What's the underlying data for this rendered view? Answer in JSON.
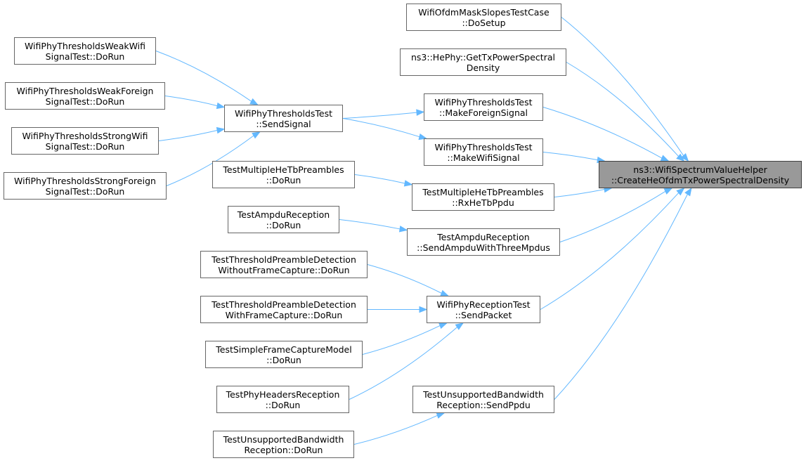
{
  "colors": {
    "edge": "#63b8ff",
    "node_border": "#666666",
    "focus_fill": "#999999",
    "focus_border": "#404040"
  },
  "nodes": {
    "target": {
      "line1": "ns3::WifiSpectrumValueHelper",
      "line2": "::CreateHeOfdmTxPowerSpectralDensity"
    },
    "mask_setup": {
      "line1": "WifiOfdmMaskSlopesTestCase",
      "line2": "::DoSetup"
    },
    "hephy": {
      "line1": "ns3::HePhy::GetTxPowerSpectral",
      "line2": "Density"
    },
    "make_foreign": {
      "line1": "WifiPhyThresholdsTest",
      "line2": "::MakeForeignSignal"
    },
    "make_wifi": {
      "line1": "WifiPhyThresholdsTest",
      "line2": "::MakeWifiSignal"
    },
    "send_signal": {
      "line1": "WifiPhyThresholdsTest",
      "line2": "::SendSignal"
    },
    "weak_wifi": {
      "line1": "WifiPhyThresholdsWeakWifi",
      "line2": "SignalTest::DoRun"
    },
    "weak_foreign": {
      "line1": "WifiPhyThresholdsWeakForeign",
      "line2": "SignalTest::DoRun"
    },
    "strong_wifi": {
      "line1": "WifiPhyThresholdsStrongWifi",
      "line2": "SignalTest::DoRun"
    },
    "strong_foreign": {
      "line1": "WifiPhyThresholdsStrongForeign",
      "line2": "SignalTest::DoRun"
    },
    "mhtp_dorun": {
      "line1": "TestMultipleHeTbPreambles",
      "line2": "::DoRun"
    },
    "mhtp_rx": {
      "line1": "TestMultipleHeTbPreambles",
      "line2": "::RxHeTbPpdu"
    },
    "ampdu_dorun": {
      "line1": "TestAmpduReception",
      "line2": "::DoRun"
    },
    "ampdu_send": {
      "line1": "TestAmpduReception",
      "line2": "::SendAmpduWithThreeMpdus"
    },
    "tpd_without": {
      "line1": "TestThresholdPreambleDetection",
      "line2": "WithoutFrameCapture::DoRun"
    },
    "tpd_with": {
      "line1": "TestThresholdPreambleDetection",
      "line2": "WithFrameCapture::DoRun"
    },
    "sfcm": {
      "line1": "TestSimpleFrameCaptureModel",
      "line2": "::DoRun"
    },
    "phr": {
      "line1": "TestPhyHeadersReception",
      "line2": "::DoRun"
    },
    "rx_send_packet": {
      "line1": "WifiPhyReceptionTest",
      "line2": "::SendPacket"
    },
    "ub_send": {
      "line1": "TestUnsupportedBandwidth",
      "line2": "Reception::SendPpdu"
    },
    "ub_dorun": {
      "line1": "TestUnsupportedBandwidth",
      "line2": "Reception::DoRun"
    }
  },
  "edges": [
    [
      "mask_setup",
      "target"
    ],
    [
      "hephy",
      "target"
    ],
    [
      "make_foreign",
      "target"
    ],
    [
      "make_wifi",
      "target"
    ],
    [
      "mhtp_rx",
      "target"
    ],
    [
      "ampdu_send",
      "target"
    ],
    [
      "rx_send_packet",
      "target"
    ],
    [
      "ub_send",
      "target"
    ],
    [
      "send_signal",
      "make_foreign"
    ],
    [
      "send_signal",
      "make_wifi"
    ],
    [
      "weak_wifi",
      "send_signal"
    ],
    [
      "weak_foreign",
      "send_signal"
    ],
    [
      "strong_wifi",
      "send_signal"
    ],
    [
      "strong_foreign",
      "send_signal"
    ],
    [
      "mhtp_dorun",
      "mhtp_rx"
    ],
    [
      "ampdu_dorun",
      "ampdu_send"
    ],
    [
      "tpd_without",
      "rx_send_packet"
    ],
    [
      "tpd_with",
      "rx_send_packet"
    ],
    [
      "sfcm",
      "rx_send_packet"
    ],
    [
      "phr",
      "rx_send_packet"
    ],
    [
      "ub_dorun",
      "ub_send"
    ]
  ]
}
